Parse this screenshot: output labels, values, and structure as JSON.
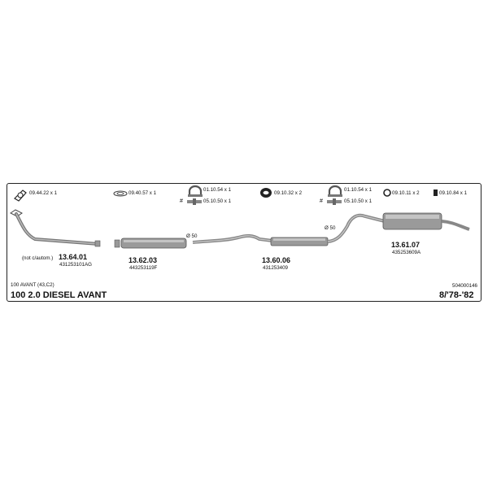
{
  "hardware": [
    {
      "icon": "gasket-icon",
      "label": "09.44.22 x 1"
    },
    {
      "icon": "ring-gasket-icon",
      "label": "09.40.57 x 1"
    },
    {
      "icon": "u-clamp-icon",
      "label": "01.10.54 x 1"
    },
    {
      "icon": "bracket-icon",
      "label": "05.10.50 x 1"
    },
    {
      "icon": "rubber-mount-icon",
      "label": "09.10.32 x 2"
    },
    {
      "icon": "u-clamp-icon",
      "label": "01.10.54 x 1"
    },
    {
      "icon": "bracket-icon",
      "label": "05.10.50 x 1"
    },
    {
      "icon": "ring-hanger-icon",
      "label": "09.10.11 x 2"
    },
    {
      "icon": "hanger-block-icon",
      "label": "09.10.84 x 1"
    }
  ],
  "hash_mark": "#",
  "parts": [
    {
      "number": "13.64.01",
      "oem": "431253101AG",
      "note": "(not c/autom.)"
    },
    {
      "number": "13.62.03",
      "oem": "443253119F"
    },
    {
      "number": "13.60.06",
      "oem": "431253409"
    },
    {
      "number": "13.61.07",
      "oem": "435253609A"
    }
  ],
  "diameter_1": "Ø 50",
  "diameter_2": "Ø 50",
  "footer": {
    "model_code": "100 AVANT (43,C2)",
    "title": "100  2.0 DIESEL AVANT",
    "ref_code": "504000146",
    "years": "8/'78-'82"
  }
}
